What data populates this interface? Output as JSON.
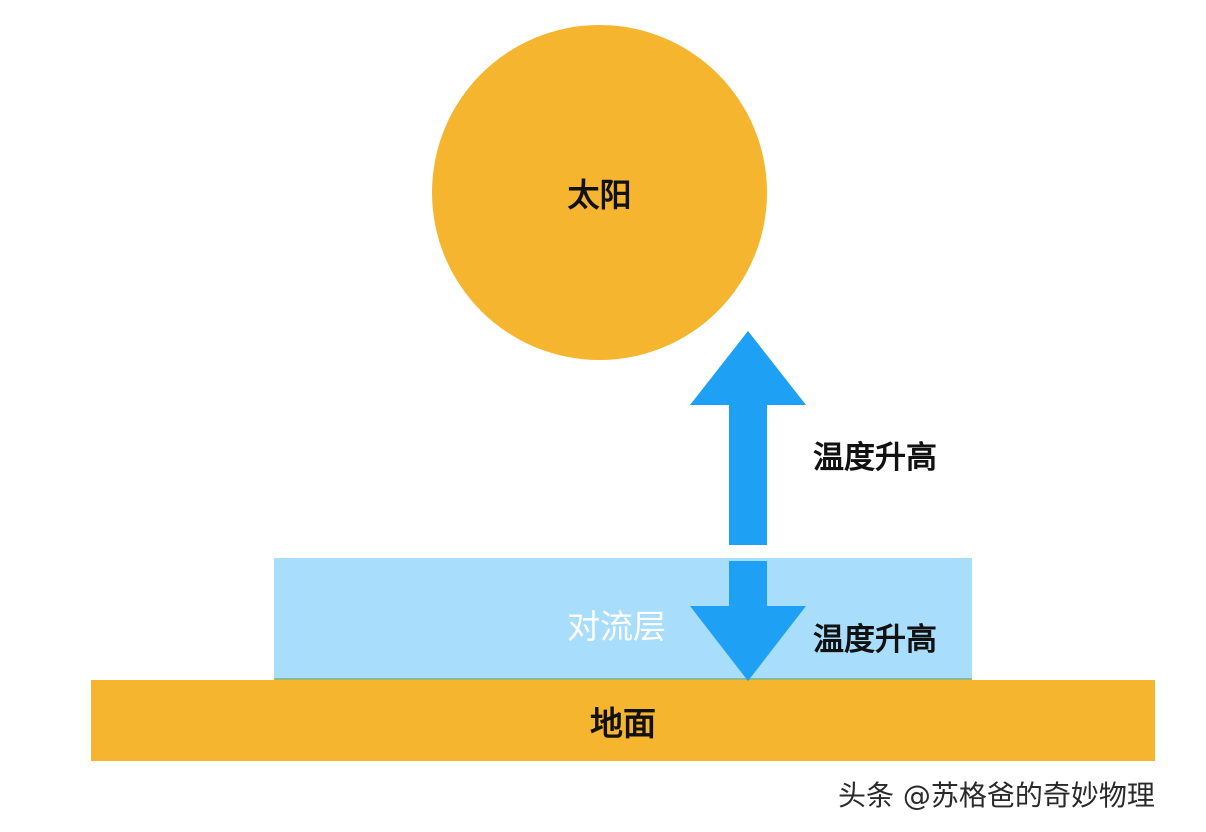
{
  "sun": {
    "label": "太阳"
  },
  "troposphere": {
    "label": "对流层"
  },
  "ground": {
    "label": "地面"
  },
  "upward_arrow": {
    "label": "温度升高"
  },
  "downward_arrow": {
    "label": "温度升高"
  },
  "watermark": {
    "text": "头条 @苏格爸的奇妙物理"
  },
  "colors": {
    "sun": "#F5B52E",
    "ground": "#F5B52E",
    "troposphere": "#A8DDFB",
    "arrow": "#1EA0F5"
  }
}
